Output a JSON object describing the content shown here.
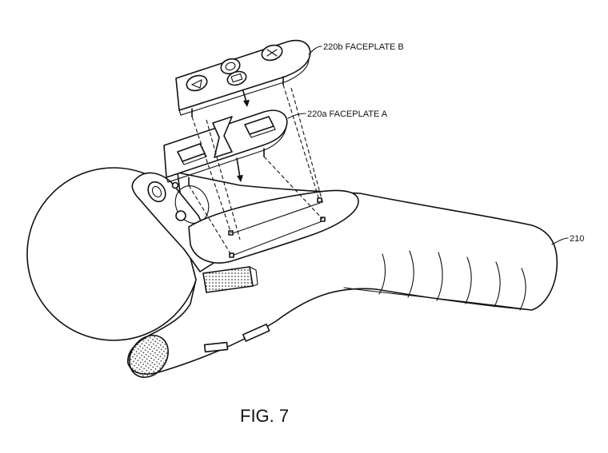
{
  "figure": {
    "caption": "FIG. 7",
    "labels": {
      "faceplate_b": "220b FACEPLATE B",
      "faceplate_a": "220a FACEPLATE A",
      "controller": "210"
    }
  },
  "colors": {
    "line": "#111111",
    "background": "#ffffff"
  }
}
